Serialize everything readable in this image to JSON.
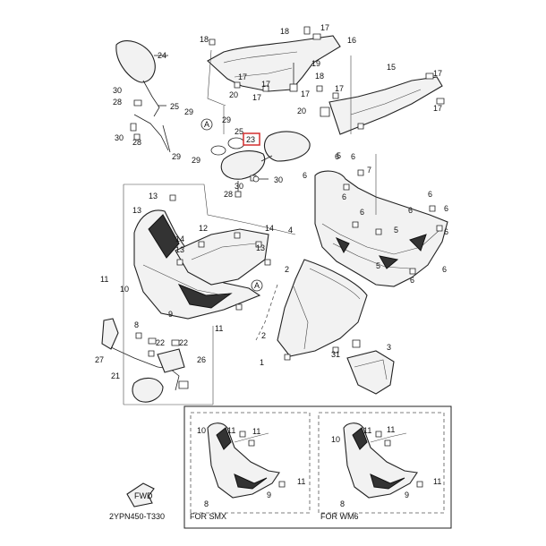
{
  "diagram": {
    "callouts": {
      "c1": "1",
      "c2": "2",
      "c3": "3",
      "c4": "4",
      "c5": "5",
      "c6": "6",
      "c7": "7",
      "c8": "8",
      "c9": "9",
      "c10": "10",
      "c11": "11",
      "c12": "12",
      "c13": "13",
      "c14": "14",
      "c15": "15",
      "c16": "16",
      "c17": "17",
      "c18": "18",
      "c19": "19",
      "c20": "20",
      "c21": "21",
      "c22": "22",
      "c23": "23",
      "c24": "24",
      "c25": "25",
      "c26": "26",
      "c27": "27",
      "c28": "28",
      "c29": "29",
      "c30": "30",
      "c31": "31",
      "ref_a": "A"
    },
    "highlighted_part": "23",
    "variants": {
      "smx_label": "FOR SMX",
      "wm6_label": "FOR WM6"
    },
    "fwd_label": "FWD",
    "diagram_code": "2YPN450-T330",
    "highlight_color": "#d32f2f"
  }
}
